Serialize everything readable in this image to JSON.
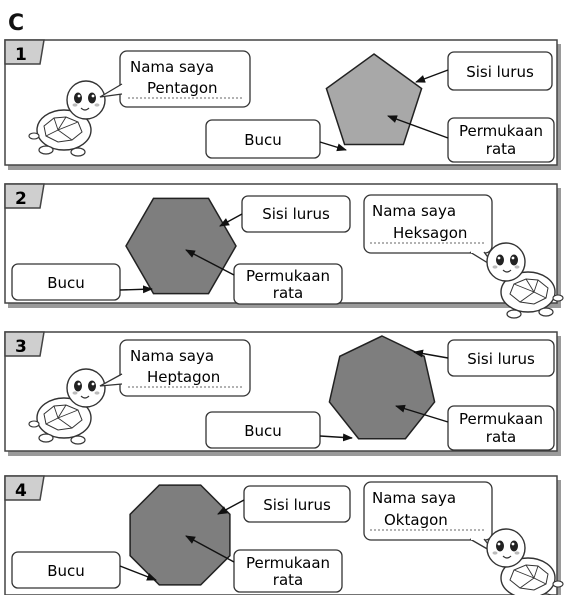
{
  "section_letter": "C",
  "colors": {
    "panel_bg": "#ffffff",
    "panel_border": "#444444",
    "tab_bg": "#cfcfcf",
    "shape_light": "#a8a8a8",
    "shape_dark": "#7e7e7e",
    "shadow": "#9a9a9a"
  },
  "panels": [
    {
      "number": "1",
      "intro": "Nama saya",
      "shape_name": "Pentagon",
      "sides": 5,
      "shape_tone": "light",
      "label_side": "Sisi lurus",
      "label_face_1": "Permukaan",
      "label_face_2": "rata",
      "label_vertex": "Bucu",
      "icon": "turtle-icon"
    },
    {
      "number": "2",
      "intro": "Nama saya",
      "shape_name": "Heksagon",
      "sides": 6,
      "shape_tone": "dark",
      "label_side": "Sisi lurus",
      "label_face_1": "Permukaan",
      "label_face_2": "rata",
      "label_vertex": "Bucu",
      "icon": "turtle-icon"
    },
    {
      "number": "3",
      "intro": "Nama saya",
      "shape_name": "Heptagon",
      "sides": 7,
      "shape_tone": "dark",
      "label_side": "Sisi lurus",
      "label_face_1": "Permukaan",
      "label_face_2": "rata",
      "label_vertex": "Bucu",
      "icon": "turtle-icon"
    },
    {
      "number": "4",
      "intro": "Nama saya",
      "shape_name": "Oktagon",
      "sides": 8,
      "shape_tone": "dark",
      "label_side": "Sisi lurus",
      "label_face_1": "Permukaan",
      "label_face_2": "rata",
      "label_vertex": "Bucu",
      "icon": "turtle-icon"
    }
  ]
}
